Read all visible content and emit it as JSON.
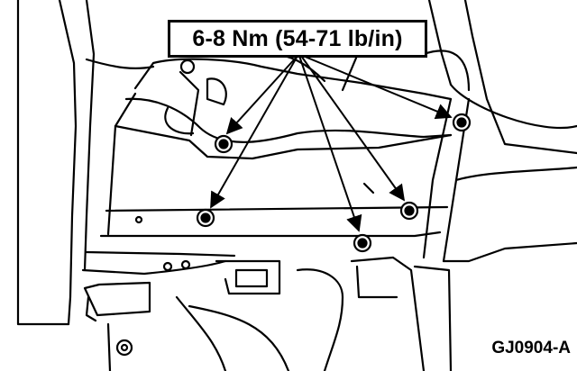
{
  "callout": {
    "text": "6-8 Nm (54-71 lb/in)"
  },
  "figure": {
    "id": "GJ0904-A"
  },
  "colors": {
    "line": "#000000",
    "background": "#ffffff"
  },
  "fasteners": [
    "bolt",
    "bolt",
    "bolt",
    "bolt",
    "bolt"
  ]
}
